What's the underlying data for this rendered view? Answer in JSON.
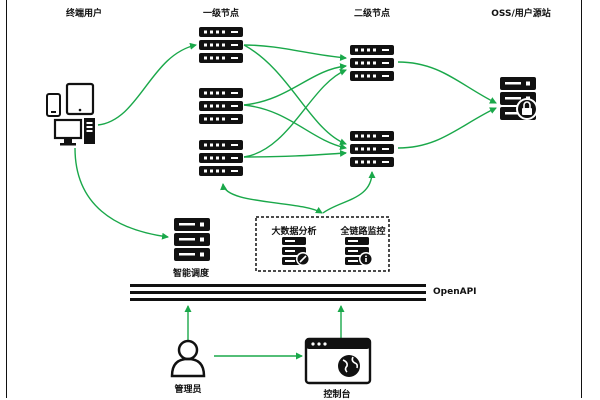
{
  "columns": {
    "end_users": "终端用户",
    "tier1_nodes": "一级节点",
    "tier2_nodes": "二级节点",
    "origin": "OSS/用户源站"
  },
  "components": {
    "scheduler": "智能调度",
    "big_data": "大数据分析",
    "link_monitor": "全链路监控",
    "api": "OpenAPI",
    "admin": "管理员",
    "console": "控制台"
  },
  "colors": {
    "arrow": "#1aa84a",
    "line": "#111111"
  }
}
